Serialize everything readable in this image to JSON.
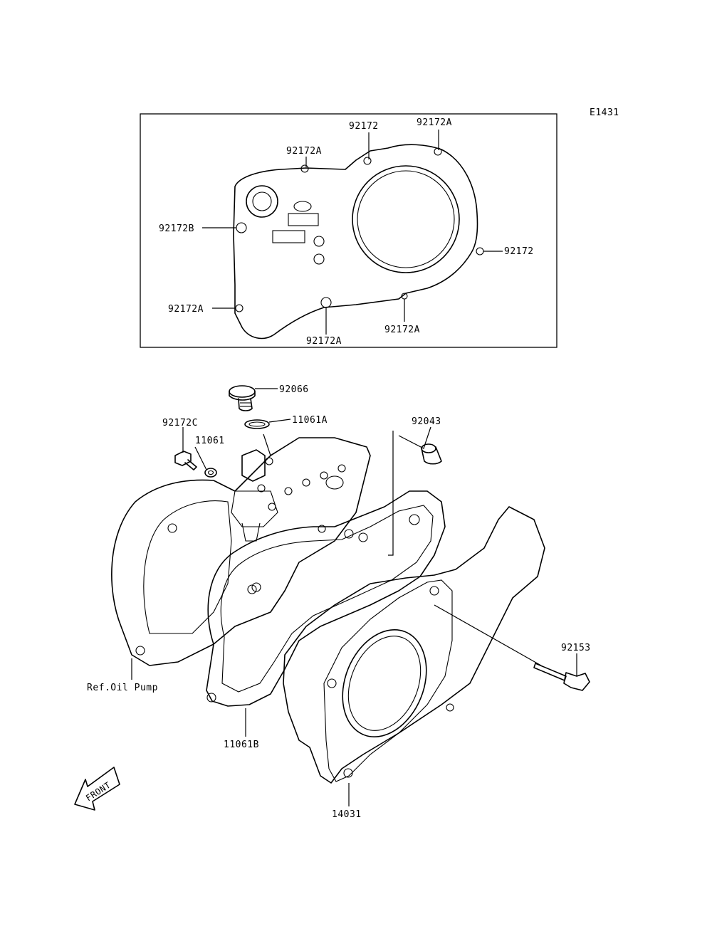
{
  "diagram": {
    "code": "E1431",
    "inset_labels": {
      "top_center": "92172",
      "top_right": "92172A",
      "upper_left": "92172A",
      "left": "92172B",
      "right": "92172",
      "bottom_left": "92172A",
      "bottom_center": "92172A",
      "bottom_right": "92172A"
    },
    "labels": {
      "plug": "92066",
      "oring": "11061A",
      "bolt_small": "92172C",
      "gasket_small": "11061",
      "dowel": "92043",
      "bolt_long": "92153",
      "ref": "Ref.Oil Pump",
      "gasket_big": "11061B",
      "cover": "14031",
      "front": "FRONT"
    }
  }
}
